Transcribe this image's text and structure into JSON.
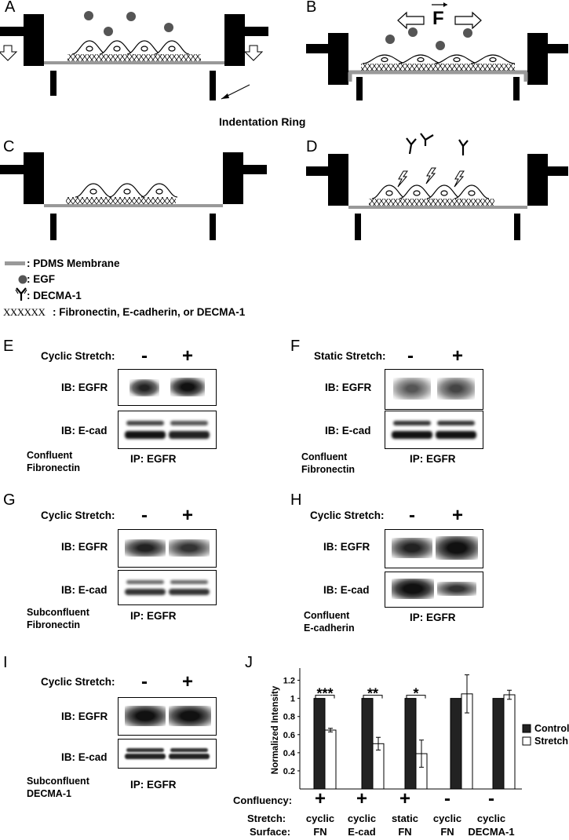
{
  "panels": {
    "A": "A",
    "B": "B",
    "C": "C",
    "D": "D",
    "E": "E",
    "F": "F",
    "G": "G",
    "H": "H",
    "I": "I",
    "J": "J"
  },
  "diagram": {
    "indentation_ring": "Indentation Ring",
    "force_label": "F",
    "legend": [
      {
        "symbol": "line",
        "text": ": PDMS Membrane"
      },
      {
        "symbol": "dot",
        "text": ": EGF"
      },
      {
        "symbol": "antibody",
        "text": ": DECMA-1"
      },
      {
        "symbol": "xxxxxx",
        "text": ": Fibronectin, E-cadherin, or DECMA-1",
        "glyph": "XXXXXX"
      }
    ]
  },
  "blots": {
    "E": {
      "condition": "Cyclic Stretch:",
      "minus": "-",
      "plus": "+",
      "ib1": "IB: EGFR",
      "ib2": "IB: E-cad",
      "ip": "IP: EGFR",
      "caption1": "Confluent",
      "caption2": "Fibronectin"
    },
    "F": {
      "condition": "Static Stretch:",
      "minus": "-",
      "plus": "+",
      "ib1": "IB: EGFR",
      "ib2": "IB: E-cad",
      "ip": "IP: EGFR",
      "caption1": "Confluent",
      "caption2": "Fibronectin"
    },
    "G": {
      "condition": "Cyclic Stretch:",
      "minus": "-",
      "plus": "+",
      "ib1": "IB: EGFR",
      "ib2": "IB: E-cad",
      "ip": "IP: EGFR",
      "caption1": "Subconfluent",
      "caption2": "Fibronectin"
    },
    "H": {
      "condition": "Cyclic Stretch:",
      "minus": "-",
      "plus": "+",
      "ib1": "IB: EGFR",
      "ib2": "IB: E-cad",
      "ip": "IP: EGFR",
      "caption1": "Confluent",
      "caption2": "E-cadherin"
    },
    "I": {
      "condition": "Cyclic Stretch:",
      "minus": "-",
      "plus": "+",
      "ib1": "IB: EGFR",
      "ib2": "IB: E-cad",
      "ip": "IP: EGFR",
      "caption1": "Subconfluent",
      "caption2": "DECMA-1"
    }
  },
  "chart_data": {
    "type": "bar",
    "ylabel": "Normalized Intensity",
    "ylim": [
      0,
      1.3
    ],
    "yticks": [
      "0.2",
      "0.4",
      "0.6",
      "0.8",
      "1",
      "1.2"
    ],
    "series": [
      {
        "name": "Control",
        "color": "#222222",
        "values": [
          1.0,
          1.0,
          1.0,
          1.0,
          1.0
        ],
        "errors": [
          0,
          0,
          0,
          0,
          0
        ]
      },
      {
        "name": "Stretch",
        "color": "#ffffff",
        "values": [
          0.65,
          0.5,
          0.39,
          1.05,
          1.04
        ],
        "errors": [
          0.02,
          0.07,
          0.15,
          0.21,
          0.05
        ]
      }
    ],
    "significance": [
      "***",
      "**",
      "*",
      "",
      ""
    ],
    "table": {
      "row_labels": [
        "Confluency:",
        "Stretch:",
        "Surface:"
      ],
      "confluency": [
        "+",
        "+",
        "+",
        "-",
        "-"
      ],
      "stretch": [
        "cyclic",
        "cyclic",
        "static",
        "cyclic",
        "cyclic"
      ],
      "surface": [
        "FN",
        "E-cad",
        "FN",
        "FN",
        "DECMA-1"
      ]
    },
    "legend_position": "right"
  }
}
